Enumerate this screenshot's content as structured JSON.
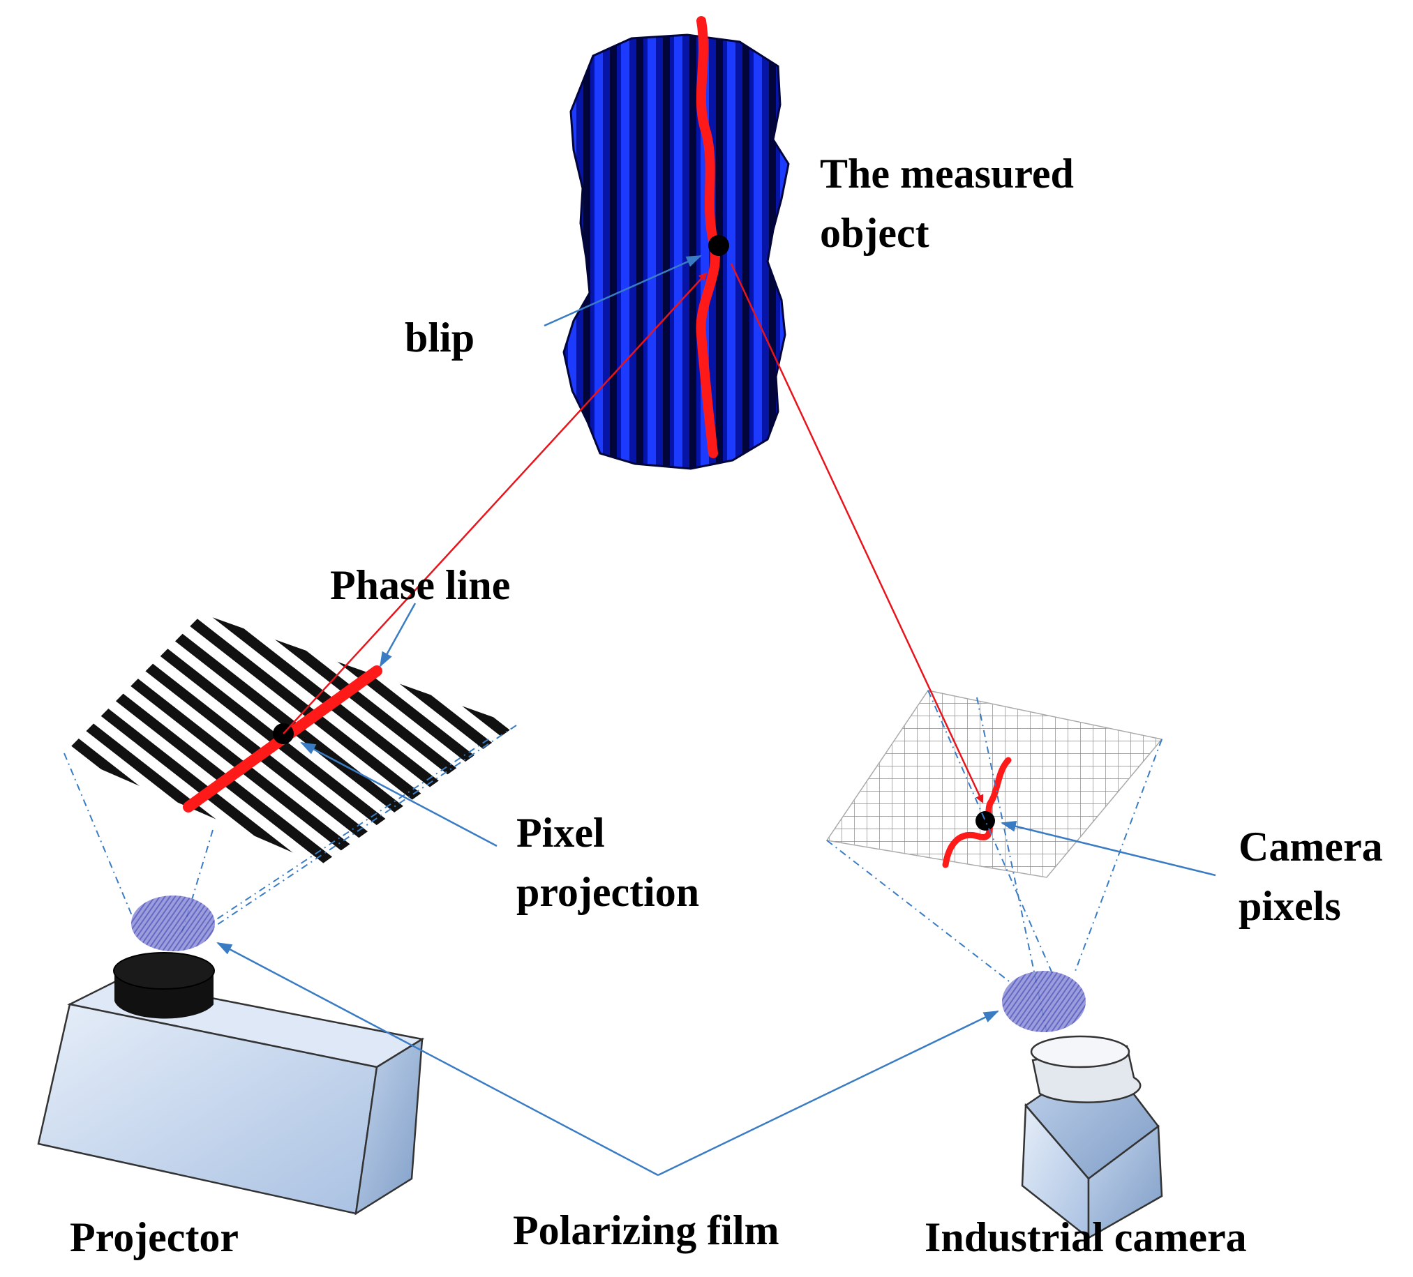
{
  "labels": {
    "measured_object_line1": "The measured",
    "measured_object_line2": "object",
    "blip": "blip",
    "phase_line": "Phase line",
    "pixel_projection_line1": "Pixel",
    "pixel_projection_line2": "projection",
    "camera_pixels_line1": "Camera",
    "camera_pixels_line2": "pixels",
    "projector": "Projector",
    "polarizing_film": "Polarizing film",
    "industrial_camera": "Industrial camera"
  },
  "colors": {
    "object_blue": "#0a1fd6",
    "object_dark": "#02053a",
    "ray_red": "#e8141c",
    "phase_red": "#ff1a1a",
    "pointer_blue": "#3a7cc4",
    "device_face": "#c9daf0",
    "device_side": "#9eb8dc",
    "film_purple": "#6b6fc9"
  },
  "icons": {
    "projector": "projector-icon",
    "camera": "industrial-camera-icon",
    "film": "polarizing-film-icon"
  }
}
